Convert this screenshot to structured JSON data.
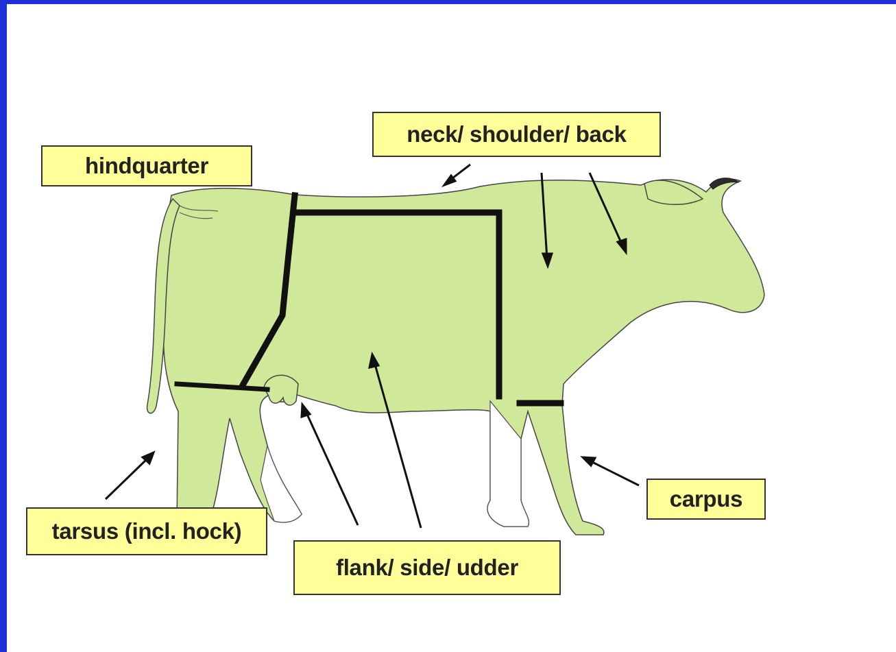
{
  "colors": {
    "background_border": "#1d2fd6",
    "canvas": "#ffffff",
    "cow_fill": "#cfe89a",
    "label_fill": "#ffff99",
    "lines": "#111111"
  },
  "labels": {
    "hindquarter": "hindquarter",
    "neck_shoulder_back": "neck/ shoulder/ back",
    "carpus": "carpus",
    "tarsus": "tarsus (incl. hock)",
    "flank_side_udder": "flank/ side/ udder"
  }
}
